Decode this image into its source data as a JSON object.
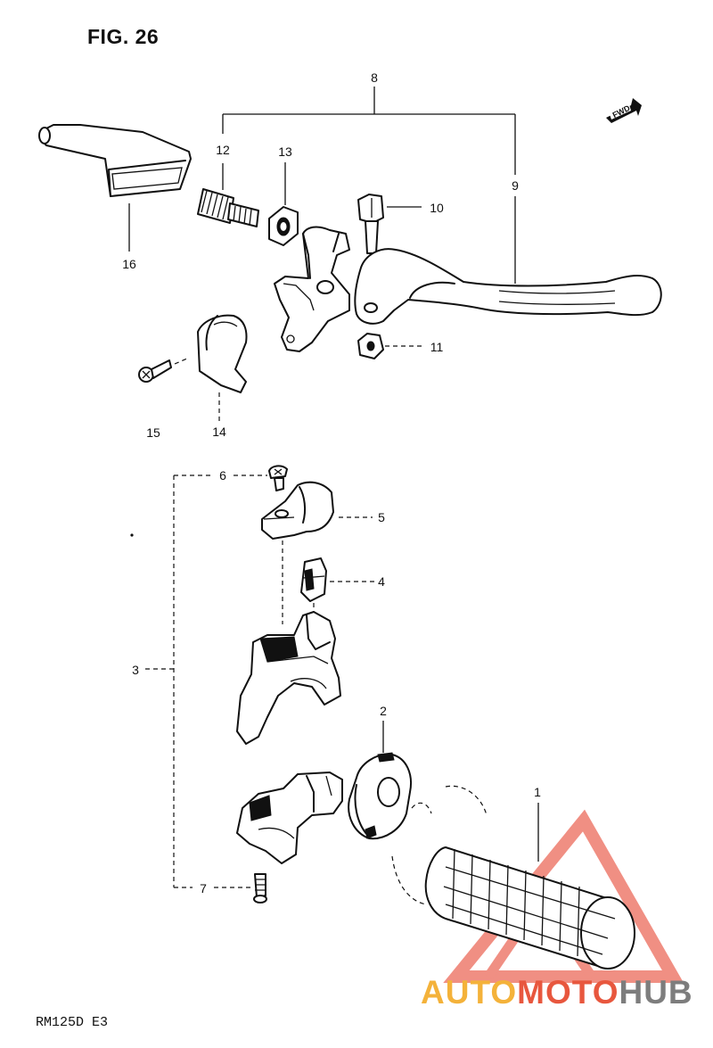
{
  "figure": {
    "title": "FIG. 26",
    "model": "RM125D  E3",
    "direction_tag": "FWD"
  },
  "callouts": [
    {
      "id": "c1",
      "text": "1"
    },
    {
      "id": "c2",
      "text": "2"
    },
    {
      "id": "c3",
      "text": "3"
    },
    {
      "id": "c4",
      "text": "4"
    },
    {
      "id": "c5",
      "text": "5"
    },
    {
      "id": "c6",
      "text": "6"
    },
    {
      "id": "c7",
      "text": "7"
    },
    {
      "id": "c8",
      "text": "8"
    },
    {
      "id": "c9",
      "text": "9"
    },
    {
      "id": "c10",
      "text": "10"
    },
    {
      "id": "c11",
      "text": "11"
    },
    {
      "id": "c12",
      "text": "12"
    },
    {
      "id": "c13",
      "text": "13"
    },
    {
      "id": "c14",
      "text": "14"
    },
    {
      "id": "c15",
      "text": "15"
    },
    {
      "id": "c16",
      "text": "16"
    }
  ],
  "watermark": {
    "part1": "AUTO",
    "part2": "MOTO",
    "part3": "HUB",
    "colors": {
      "auto": "#f4b23a",
      "moto": "#e8573e",
      "hub": "#7d7d7d"
    }
  }
}
